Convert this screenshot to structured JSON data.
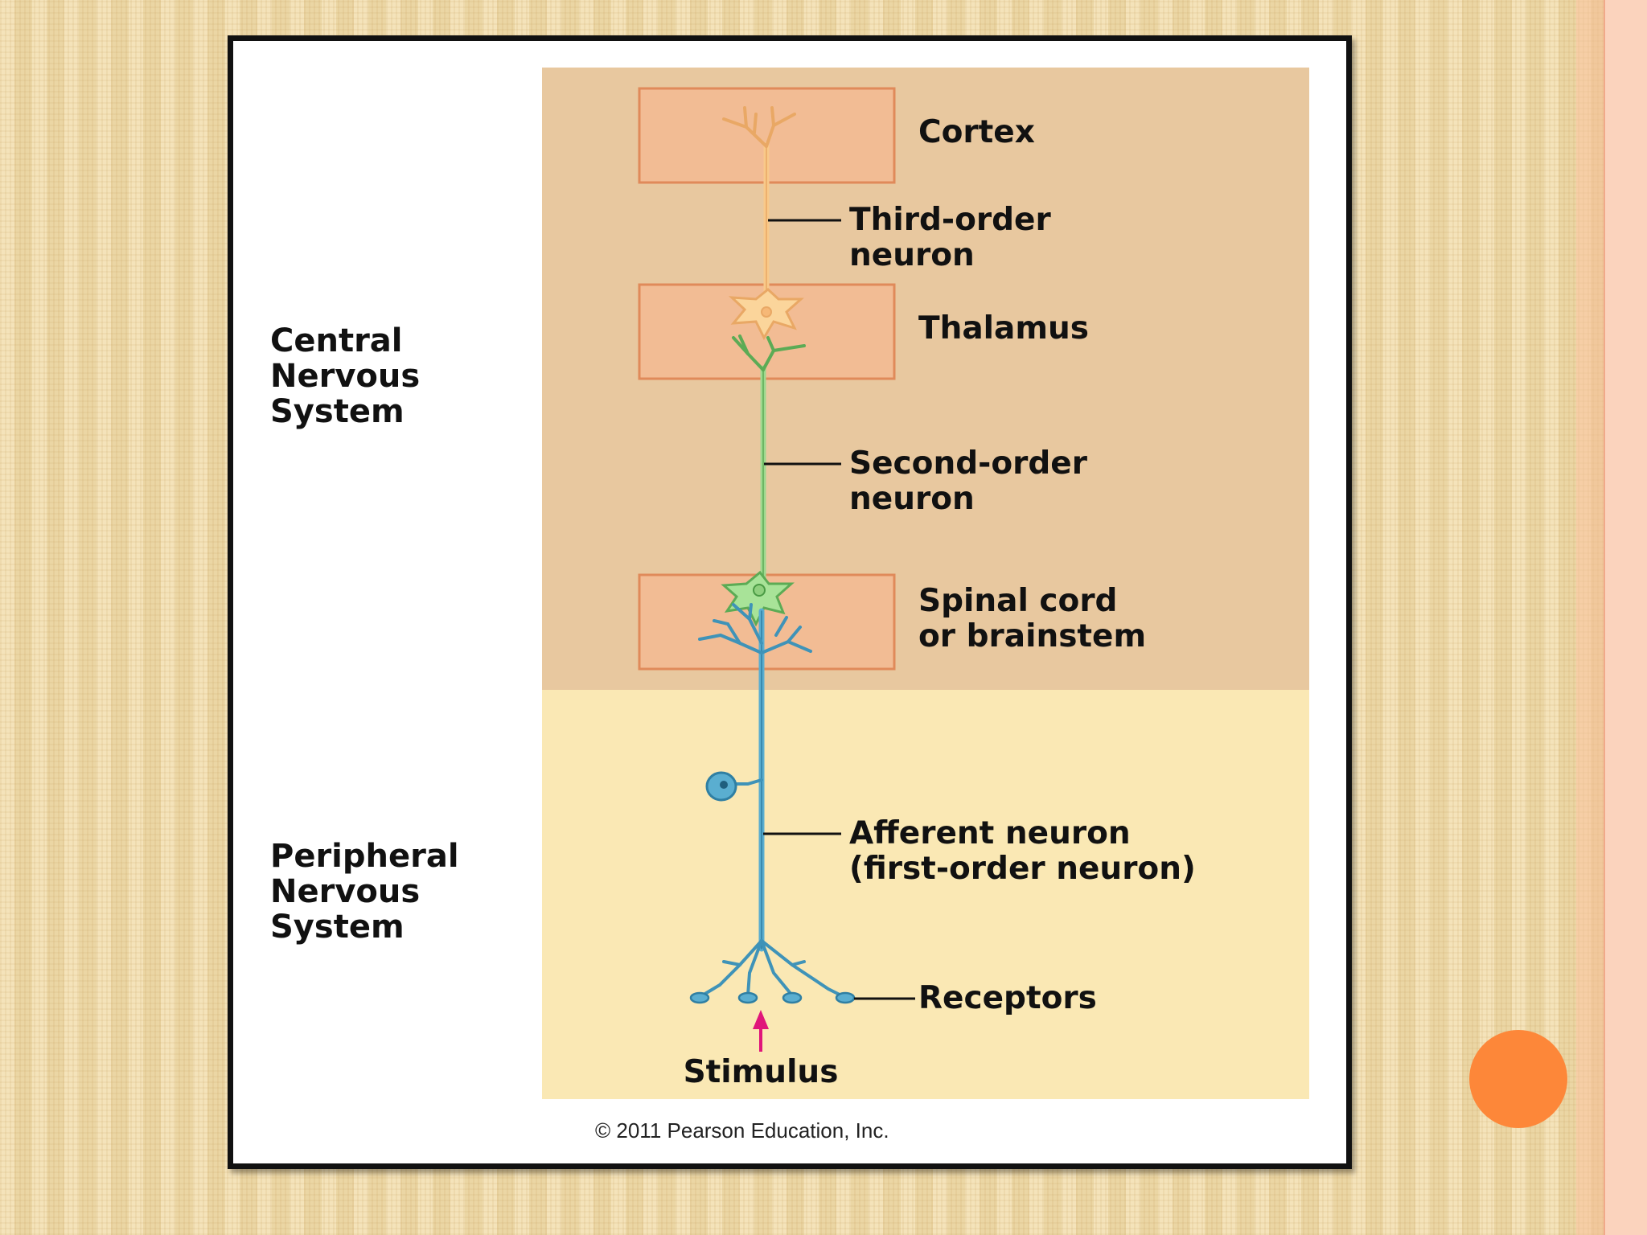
{
  "colors": {
    "cns_region": "#e8c89f",
    "pns_region": "#fae8b4",
    "box_fill": "#f2bc94",
    "box_stroke": "#e08a5a",
    "third_order": "#f9c98a",
    "second_order": "#9ed98f",
    "afferent": "#5aaed0",
    "stimulus_arrow": "#e0157a",
    "accent_circle": "#fd8739"
  },
  "labels": {
    "cns": [
      "Central",
      "Nervous",
      "System"
    ],
    "pns": [
      "Peripheral",
      "Nervous",
      "System"
    ],
    "cortex": "Cortex",
    "third_order": [
      "Third-order",
      "neuron"
    ],
    "thalamus": "Thalamus",
    "second_order": [
      "Second-order",
      "neuron"
    ],
    "spinal": [
      "Spinal cord",
      "or brainstem"
    ],
    "afferent": [
      "Afferent neuron",
      "(first-order neuron)"
    ],
    "receptors": "Receptors",
    "stimulus": "Stimulus"
  },
  "copyright": "© 2011 Pearson Education, Inc."
}
